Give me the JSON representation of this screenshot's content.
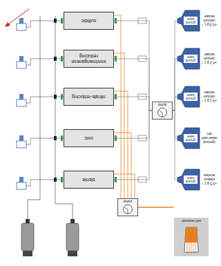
{
  "diagram": {
    "nodes": [
      {
        "text": [
          "cell reservoir"
        ]
      },
      {
        "text": [
          "pump"
        ]
      },
      {
        "text": [
          "ground water",
          "+0.5 g L⁻¹ sodium acetate"
        ]
      },
      {
        "text": [
          "ground water",
          "(ground water with air)"
        ]
      },
      {
        "text": [
          "ground water",
          "+0.1 g L⁻¹ calcium lactate"
        ]
      },
      {
        "text": [
          "ground water",
          "+0.2 g L⁻¹ calcium lactate"
        ]
      },
      {
        "text": [
          "ground water",
          "+0.3 g L⁻¹ calcium lactate"
        ]
      },
      {
        "text": [
          "pump"
        ]
      },
      {
        "text": [
          "sterile"
        ]
      },
      {
        "text": [
          "oxic"
        ]
      },
      {
        "text": [
          "nitrate-reducing"
        ]
      },
      {
        "text": [
          "iron/manganese reducing"
        ]
      },
      {
        "text": [
          "sulfidic"
        ]
      }
    ],
    "edges": [
      {
        "from": 0,
        "to": 1,
        "arrow": "none"
      },
      {
        "from": 1,
        "to": 8,
        "arrow": "none"
      },
      {
        "from": 1,
        "to": 9,
        "arrow": "none"
      },
      {
        "from": 1,
        "to": 10,
        "arrow": "none"
      },
      {
        "from": 1,
        "to": 11,
        "arrow": "none"
      },
      {
        "from": 1,
        "to": 12,
        "arrow": "none"
      },
      {
        "from": 2,
        "to": 7,
        "arrow": "none"
      },
      {
        "from": 3,
        "to": 7,
        "arrow": "none"
      },
      {
        "from": 4,
        "to": 7,
        "arrow": "none"
      },
      {
        "from": 5,
        "to": 7,
        "arrow": "none"
      },
      {
        "from": 6,
        "to": 7,
        "arrow": "none"
      },
      {
        "from": 7,
        "to": 8,
        "arrow": "none"
      },
      {
        "from": 7,
        "to": 9,
        "arrow": "none"
      },
      {
        "from": 7,
        "to": 10,
        "arrow": "none"
      },
      {
        "from": 7,
        "to": 11,
        "arrow": "none"
      },
      {
        "from": 7,
        "to": 12,
        "arrow": "none"
      }
    ]
  }
}
